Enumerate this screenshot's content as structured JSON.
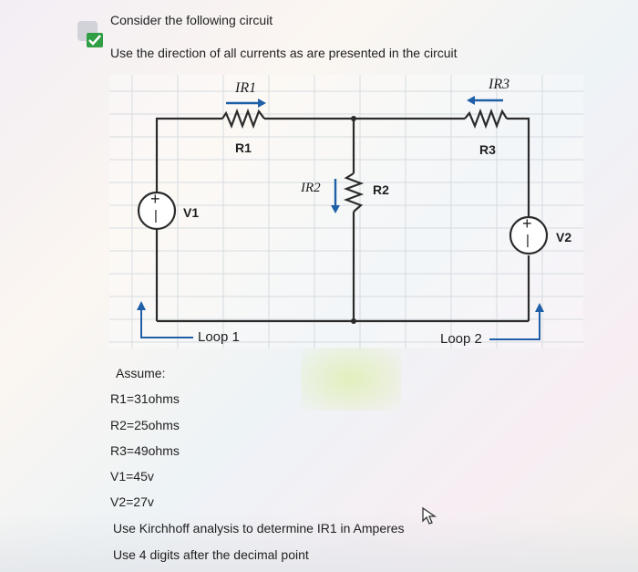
{
  "header": {
    "question_line1": "Consider the following circuit",
    "question_line2": "Use the direction of all currents as are presented in the circuit"
  },
  "circuit": {
    "current_ir1": "IR1",
    "current_ir2": "IR2",
    "current_ir3": "IR3",
    "resistor_r1": "R1",
    "resistor_r2": "R2",
    "resistor_r3": "R3",
    "source_v1": "V1",
    "source_v2": "V2",
    "loop1": "Loop 1",
    "loop2": "Loop 2",
    "plus": "+",
    "minus": "|"
  },
  "given": {
    "assume": "Assume:",
    "r1": "R1=31ohms",
    "r2": "R2=25ohms",
    "r3": "R3=49ohms",
    "v1": "V1=45v",
    "v2": "V2=27v"
  },
  "instructions": {
    "task": "Use Kirchhoff analysis to determine IR1 in Amperes",
    "precision": "Use 4 digits after the decimal point"
  },
  "colors": {
    "wire": "#2b2b2b",
    "arrow": "#1f5fa8",
    "check": "#2f9e44",
    "grid": "#cfd6dc"
  },
  "icons": [
    "checkmark-icon",
    "cursor-icon"
  ]
}
